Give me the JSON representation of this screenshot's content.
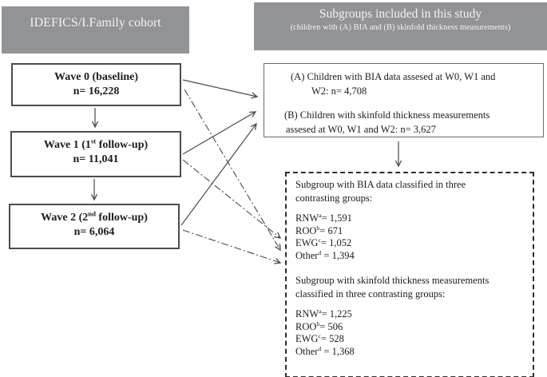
{
  "palette": {
    "header_bg": "#929396",
    "header_text": "#f4f3f1",
    "box_border": "#4d4d4d",
    "line_color": "#4a4a4a",
    "text_color": "#1c1c1c",
    "background": "#ffffff"
  },
  "headers": {
    "left": {
      "title": "IDEFICS/I.Family cohort"
    },
    "right": {
      "title": "Subgroups included in this study",
      "subtitle": "(children with (A) BIA and (B) skinfold thickness measurements)"
    }
  },
  "waves": [
    {
      "prefix": "Wave 0 (baseline)",
      "sup": "",
      "suffix": "",
      "n": "n= 16,228"
    },
    {
      "prefix": "Wave 1 (1",
      "sup": "st",
      "suffix": " follow-up)",
      "n": "n= 11,041"
    },
    {
      "prefix": "Wave 2 (2",
      "sup": "nd",
      "suffix": " follow-up)",
      "n": "n= 6,064"
    }
  ],
  "subgroups_box": {
    "items": [
      {
        "line1": "(A)  Children with BIA data assesed at W0, W1 and",
        "line2": "W2: n= 4,708"
      },
      {
        "line1": "(B) Children with skinfold thickness measurements",
        "line2": "assesed at W0, W1 and W2: n= 3,627"
      }
    ]
  },
  "classified_box": {
    "sections": [
      {
        "heading": "Subgroup with BIA data classified in three contrasting groups:",
        "items": [
          {
            "base": "RNW",
            "sup": "a",
            "rest": "= 1,591"
          },
          {
            "base": "ROO",
            "sup": "b",
            "rest": "= 671"
          },
          {
            "base": "EWG",
            "sup": "c",
            "rest": "= 1,052"
          },
          {
            "base": "Other",
            "sup": "d",
            "rest": " = 1,394"
          }
        ]
      },
      {
        "heading": "Subgroup with skinfold thickness measurements classified in three contrasting groups:",
        "items": [
          {
            "base": "RNW",
            "sup": "a",
            "rest": "= 1,225"
          },
          {
            "base": "ROO",
            "sup": "b",
            "rest": "= 506"
          },
          {
            "base": "EWG",
            "sup": "c",
            "rest": "= 528"
          },
          {
            "base": "Other",
            "sup": "d",
            "rest": " = 1,368"
          }
        ]
      }
    ]
  }
}
